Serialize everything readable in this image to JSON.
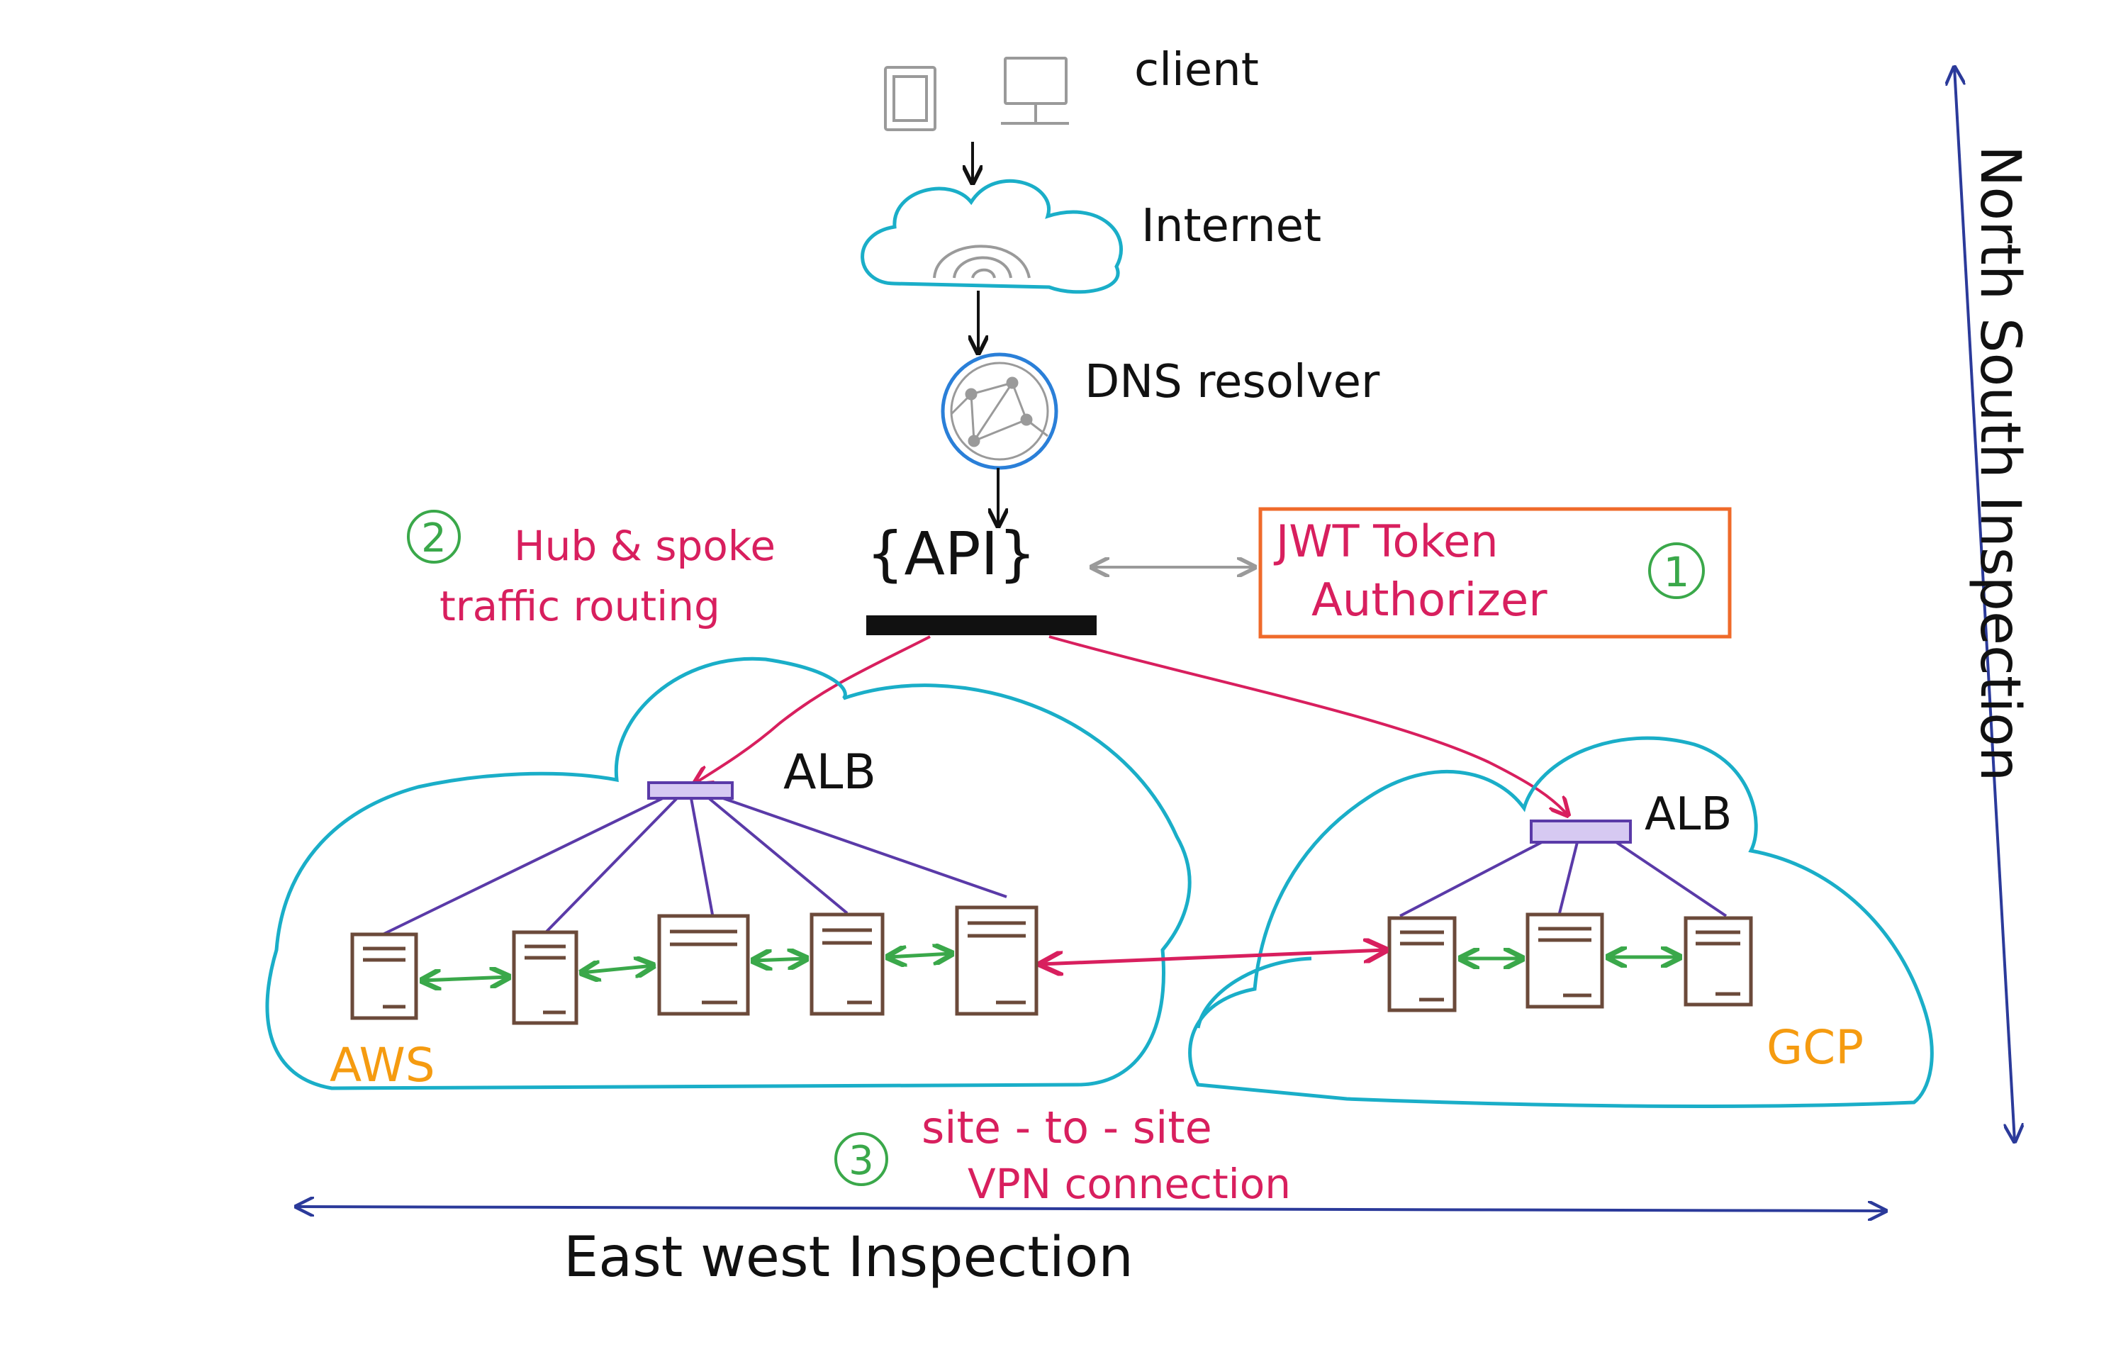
{
  "labels": {
    "client": "client",
    "internet": "Internet",
    "dns": "DNS resolver",
    "api": "{API}",
    "jwt_line1": "JWT Token",
    "jwt_line2": "Authorizer",
    "badge1": "1",
    "hub_line1": "Hub & spoke",
    "hub_line2": "traffic routing",
    "badge2": "2",
    "alb_aws": "ALB",
    "alb_gcp": "ALB",
    "aws": "AWS",
    "gcp": "GCP",
    "vpn_line1": "site - to - site",
    "vpn_line2": "VPN connection",
    "badge3": "3",
    "east_west": "East west Inspection",
    "north_south": "North South Inspection"
  },
  "colors": {
    "ink": "#111111",
    "cloud": "#1aaec8",
    "dns": "#2a7fd8",
    "grey": "#9a9a9a",
    "jwt": "#ef6a2a",
    "magenta": "#d81f5e",
    "green": "#3aa84a",
    "purple": "#5a3aa8",
    "server": "#6b4a3a",
    "orange": "#f59b10",
    "axis": "#2b3a9a"
  },
  "icons": {
    "client_devices": [
      "tablet-icon",
      "monitor-icon"
    ],
    "internet": "cloud-wifi-icon",
    "dns": "network-globe-icon",
    "server": "server-icon"
  }
}
